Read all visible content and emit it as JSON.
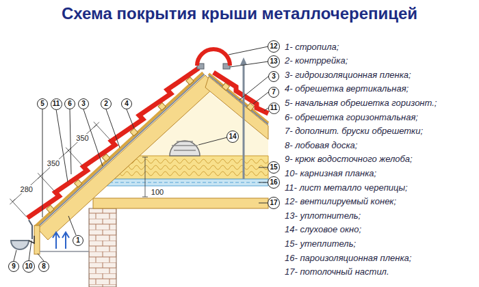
{
  "diagram": {
    "title": "Схема покрытия крыши металлочерепицей",
    "nodes": [
      {
        "text": [
          "5"
        ]
      },
      {
        "text": [
          "11"
        ]
      },
      {
        "text": [
          "6"
        ]
      },
      {
        "text": [
          "3"
        ]
      },
      {
        "text": [
          "2"
        ]
      },
      {
        "text": [
          "4"
        ]
      },
      {
        "text": [
          "12"
        ]
      },
      {
        "text": [
          "13"
        ]
      },
      {
        "text": [
          "3"
        ]
      },
      {
        "text": [
          "7"
        ]
      },
      {
        "text": [
          "11"
        ]
      },
      {
        "text": [
          "14"
        ]
      },
      {
        "text": [
          "15"
        ]
      },
      {
        "text": [
          "16"
        ]
      },
      {
        "text": [
          "17"
        ]
      },
      {
        "text": [
          "9"
        ]
      },
      {
        "text": [
          "10"
        ]
      },
      {
        "text": [
          "8"
        ]
      },
      {
        "text": [
          "1"
        ]
      }
    ],
    "labels": [
      "280",
      "350",
      "350",
      "100",
      "1- стропила;",
      "2- контррейка;",
      "3- гидроизоляционная пленка;",
      "4- обрешетка вертикальная;",
      "5- начальная обрешетка горизонт.;",
      "6- обрешетка горизонтальная;",
      "7- дополнит. бруски обрешетки;",
      "8- лобовая доска;",
      "9- крюк водосточного желоба;",
      "10- карнизная планка;",
      "11- лист металло черепицы;",
      "12- вентилируемый конек;",
      "13- уплотнитель;",
      "14- слуховое окно;",
      "15- утеплитель;",
      "16- пароизоляционная пленка;",
      "17- потолочный настил."
    ]
  }
}
